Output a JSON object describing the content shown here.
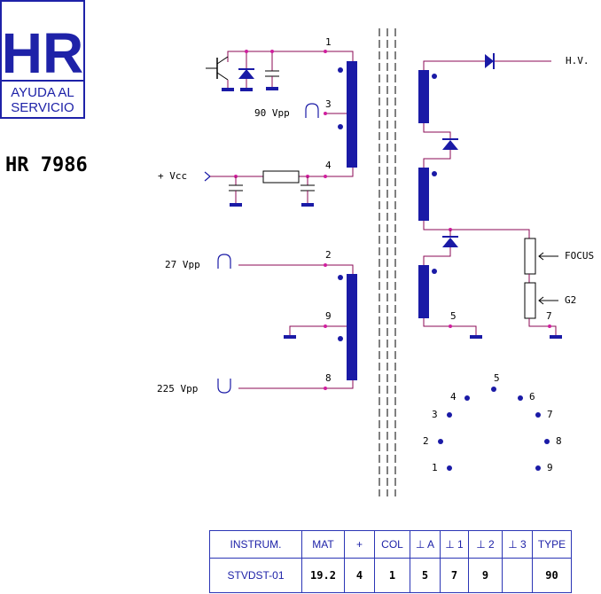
{
  "logo": {
    "letters": "HR",
    "line1": "AYUDA AL",
    "line2": "SERVICIO"
  },
  "model_title": "HR 7986",
  "labels": {
    "vpp90": "90 Vpp",
    "vcc": "+ Vcc",
    "vpp27": "27 Vpp",
    "vpp225": "225 Vpp",
    "hv": "H.V.",
    "focus": "FOCUS",
    "g2": "G2"
  },
  "primary_pins": {
    "p1": "1",
    "p3": "3",
    "p4": "4",
    "p2": "2",
    "p9": "9",
    "p8": "8"
  },
  "secondary_pins": {
    "p5": "5",
    "p7": "7"
  },
  "connector_pins": [
    "1",
    "2",
    "3",
    "4",
    "5",
    "6",
    "7",
    "8",
    "9"
  ],
  "table": {
    "headers": [
      "INSTRUM.",
      "MAT",
      "+",
      "COL",
      "⊥ A",
      "⊥ 1",
      "⊥ 2",
      "⊥ 3",
      "TYPE"
    ],
    "values": [
      "STVDST-01",
      "19.2",
      "4",
      "1",
      "5",
      "7",
      "9",
      "",
      "90"
    ]
  }
}
